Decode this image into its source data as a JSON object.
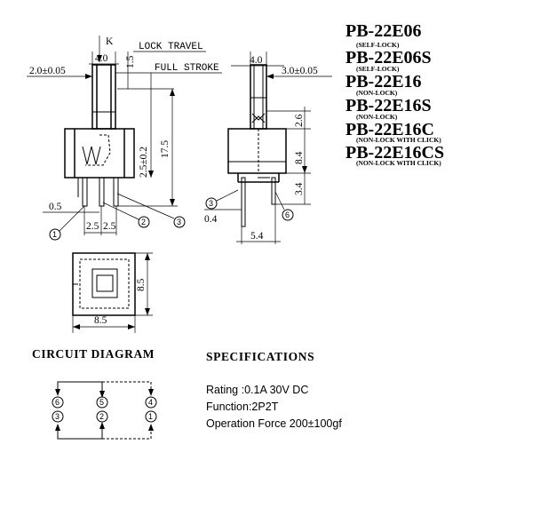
{
  "models": [
    {
      "name": "PB-22E06",
      "note": "(SELF-LOCK)"
    },
    {
      "name": "PB-22E06S",
      "note": "(SELF-LOCK)"
    },
    {
      "name": "PB-22E16",
      "note": "(NON-LOCK)"
    },
    {
      "name": "PB-22E16S",
      "note": "(NON-LOCK)"
    },
    {
      "name": "PB-22E16C",
      "note": "(NON-LOCK WITH CLICK)"
    },
    {
      "name": "PB-22E16CS",
      "note": "(NON-LOCK WITH CLICK)"
    }
  ],
  "front_view": {
    "k_label": "K",
    "lock_travel": "LOCK TRAVEL",
    "full_stroke": "FULL STROKE",
    "dim_width": "4.0",
    "dim_offset": "2.0±0.05",
    "dim_travel": "1.5",
    "dim_plunger": "2.5±0.2",
    "dim_height": "17.5",
    "dim_pin": "0.5",
    "dim_pitch_left": "2.5",
    "dim_pitch_right": "2.5",
    "pins": [
      "1",
      "2",
      "3"
    ]
  },
  "side_view": {
    "dim_width": "4.0",
    "dim_offset": "3.0±0.05",
    "dim_top": "2.6",
    "dim_body": "8.4",
    "dim_pin_len": "3.4",
    "dim_pin": "0.4",
    "dim_bottom": "5.4",
    "pins": [
      "3",
      "6"
    ]
  },
  "top_view": {
    "dim_height": "8.5",
    "dim_width": "8.5"
  },
  "circuit": {
    "title": "CIRCUIT DIAGRAM",
    "top_row": [
      "6",
      "5",
      "4"
    ],
    "bottom_row": [
      "3",
      "2",
      "1"
    ]
  },
  "specifications": {
    "title": "SPECIFICATIONS",
    "lines": [
      "Rating :0.1A 30V DC",
      "Function:2P2T",
      "Operation Force 200±100gf"
    ]
  }
}
